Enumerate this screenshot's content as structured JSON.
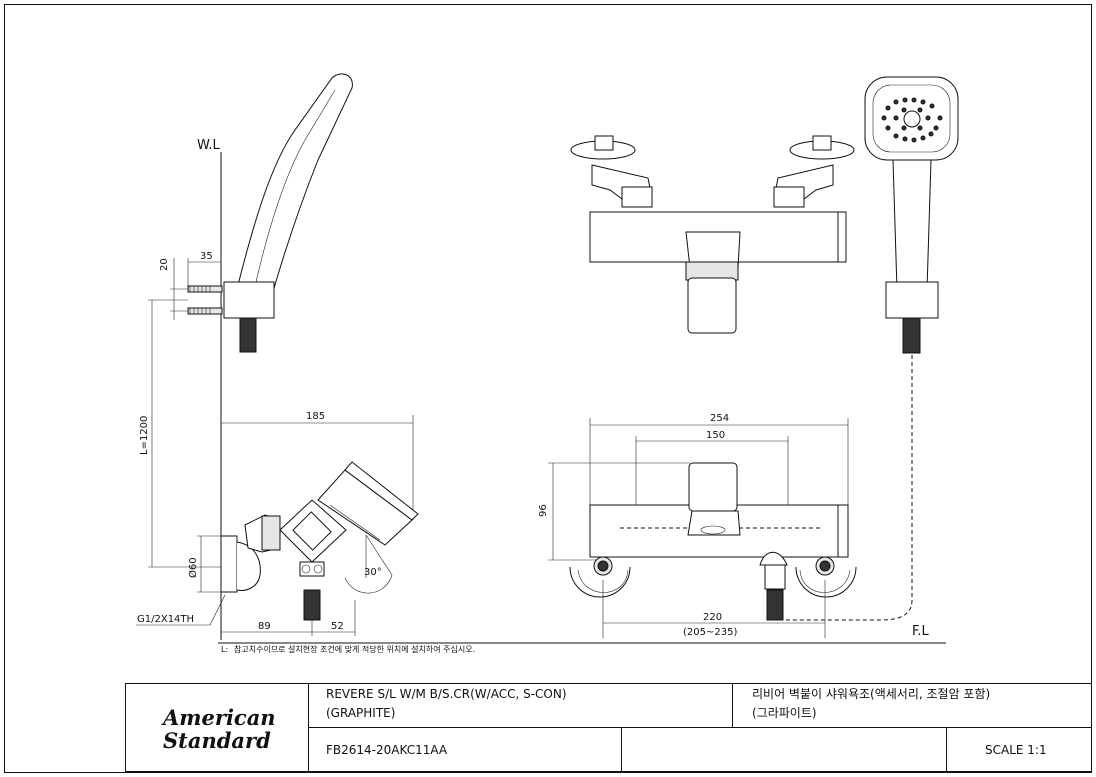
{
  "labels": {
    "water_level": "W.L",
    "floor_level": "F.L"
  },
  "dimensions": {
    "d35": "35",
    "d20": "20",
    "d1200": "L=1200",
    "d185": "185",
    "d60": "Ø60",
    "thread": "G1/2X14TH",
    "d89": "89",
    "d52": "52",
    "angle": "30°",
    "d254": "254",
    "d150": "150",
    "d96": "96",
    "d220": "220",
    "d220_range": "(205~235)"
  },
  "note": {
    "prefix": "L:",
    "text": "참고치수이므로 설치현장 조건에 맞게 적당한 위치에 설치하여 주십시오."
  },
  "title_block": {
    "brand_line1": "American",
    "brand_line2": "Standard",
    "product_en_line1": "REVERE S/L W/M B/S.CR(W/ACC, S-CON)",
    "product_en_line2": "(GRAPHITE)",
    "product_kr_line1": "리비어 벽붙이 샤워욕조(액세서리, 조절암 포함)",
    "product_kr_line2": "(그라파이트)",
    "model_code": "FB2614-20AKC11AA",
    "scale": "SCALE 1:1"
  }
}
